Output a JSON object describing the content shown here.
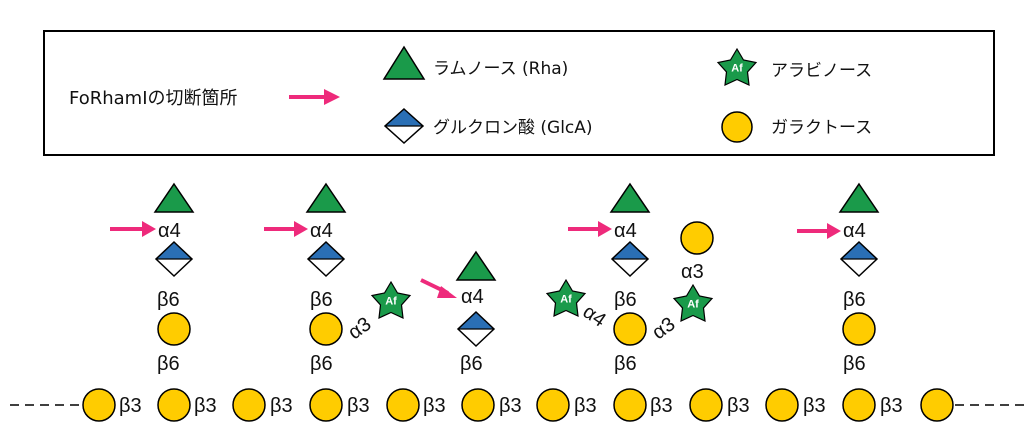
{
  "legend": {
    "cleavage_label": "FoRhamIの切断箇所",
    "rha": "ラムノース (Rha)",
    "glca": "グルクロン酸 (GlcA)",
    "ara": "アラビノース",
    "gal": "ガラクトース",
    "af": "Af"
  },
  "linkages": {
    "a4": "α4",
    "b6": "β6",
    "b3": "β3",
    "a3": "α3"
  },
  "colors": {
    "rha": "#1a9a4a",
    "glca": "#2a6fb5",
    "gal": "#ffcc00",
    "ara": "#1a9a4a",
    "arrow": "#ee2a7b",
    "outline": "#000000"
  }
}
